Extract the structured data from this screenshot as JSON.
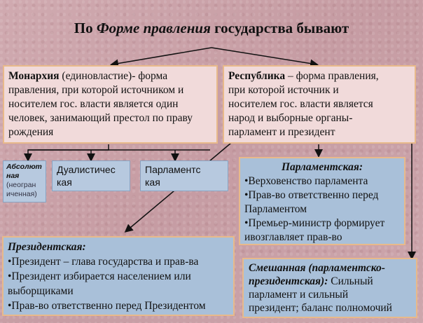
{
  "title": {
    "prefix": "По ",
    "italic": "Форме правления",
    "suffix": " государства бывают"
  },
  "monarchy": {
    "term": "Монархия",
    "lines": [
      " (единовластие)- форма",
      "правления, при которой источником и",
      "носителем гос. власти является один",
      "человек, занимающий престол по праву",
      "рождения"
    ]
  },
  "republic": {
    "term": "Республика",
    "lines": [
      " – форма правления,",
      "при которой источник и",
      "носителем гос. власти является",
      "народ и выборные органы-",
      "парламент и президент"
    ]
  },
  "absolute": {
    "bold_lines": [
      "Абсолют",
      "ная"
    ],
    "lines": [
      "(неогран",
      "иченная)"
    ]
  },
  "dualistic": {
    "lines": [
      "Дуалистичес",
      "кая"
    ]
  },
  "parliamentary_monarchy": {
    "lines": [
      "Парламентс",
      "кая"
    ]
  },
  "parliamentary_republic": {
    "heading": "Парламентская:",
    "lines": [
      "•Верховенство парламента",
      "•Прав-во ответственно перед",
      "Парламентом",
      "•Премьер-министр формирует",
      "ивозглавляет прав-во"
    ]
  },
  "presidential": {
    "heading": "Президентская:",
    "lines": [
      "•Президент – глава государства и прав-ва",
      "•Президент избирается населением или",
      "выборщиками",
      "•Прав-во ответственно перед Президентом"
    ]
  },
  "mixed": {
    "heading_lines": [
      "Смешанная (парламентско-",
      "президентская):"
    ],
    "lines": [
      " Сильный",
      "парламент и сильный",
      "президент; баланс полномочий"
    ]
  }
}
